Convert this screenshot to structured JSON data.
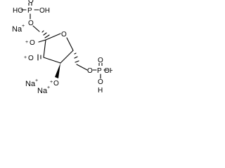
{
  "molecule": {
    "atoms": {
      "top_phosphate_oh_left": "HO",
      "top_phosphate_p": "P",
      "top_phosphate_oh_right": "OH",
      "top_phosphate_o_double": "O",
      "top_phosphate_o_bridge": "O",
      "c2_oxide": "O",
      "c3_oxide": "O",
      "c4_oxide": "O",
      "ring_oxygen": "O",
      "bottom_phosphate_o_bridge": "O",
      "bottom_phosphate_p": "P",
      "bottom_phosphate_oh": "OH",
      "bottom_phosphate_o_double": "O",
      "bottom_phosphate_o_lower": "O",
      "bottom_phosphate_h": "H"
    },
    "counterions": {
      "sodium_1": "Na",
      "sodium_2": "Na",
      "sodium_3": "Na"
    },
    "charges": {
      "c2_plus": "+",
      "c3_plus": "+",
      "c4_plus": "+",
      "na1_plus": "+",
      "na2_plus": "+",
      "na3_plus": "+"
    }
  },
  "colors": {
    "ink": "#000000",
    "background": "#ffffff"
  }
}
